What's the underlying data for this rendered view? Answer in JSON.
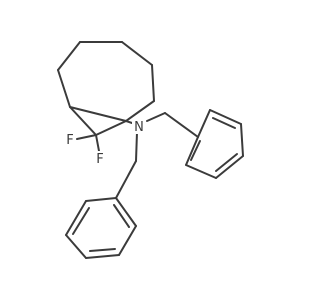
{
  "molecule": {
    "atoms": {
      "fluorine_1": "F",
      "fluorine_2": "F",
      "nitrogen": "N"
    },
    "bond_color": "#3b3b3b",
    "background": "#ffffff"
  }
}
